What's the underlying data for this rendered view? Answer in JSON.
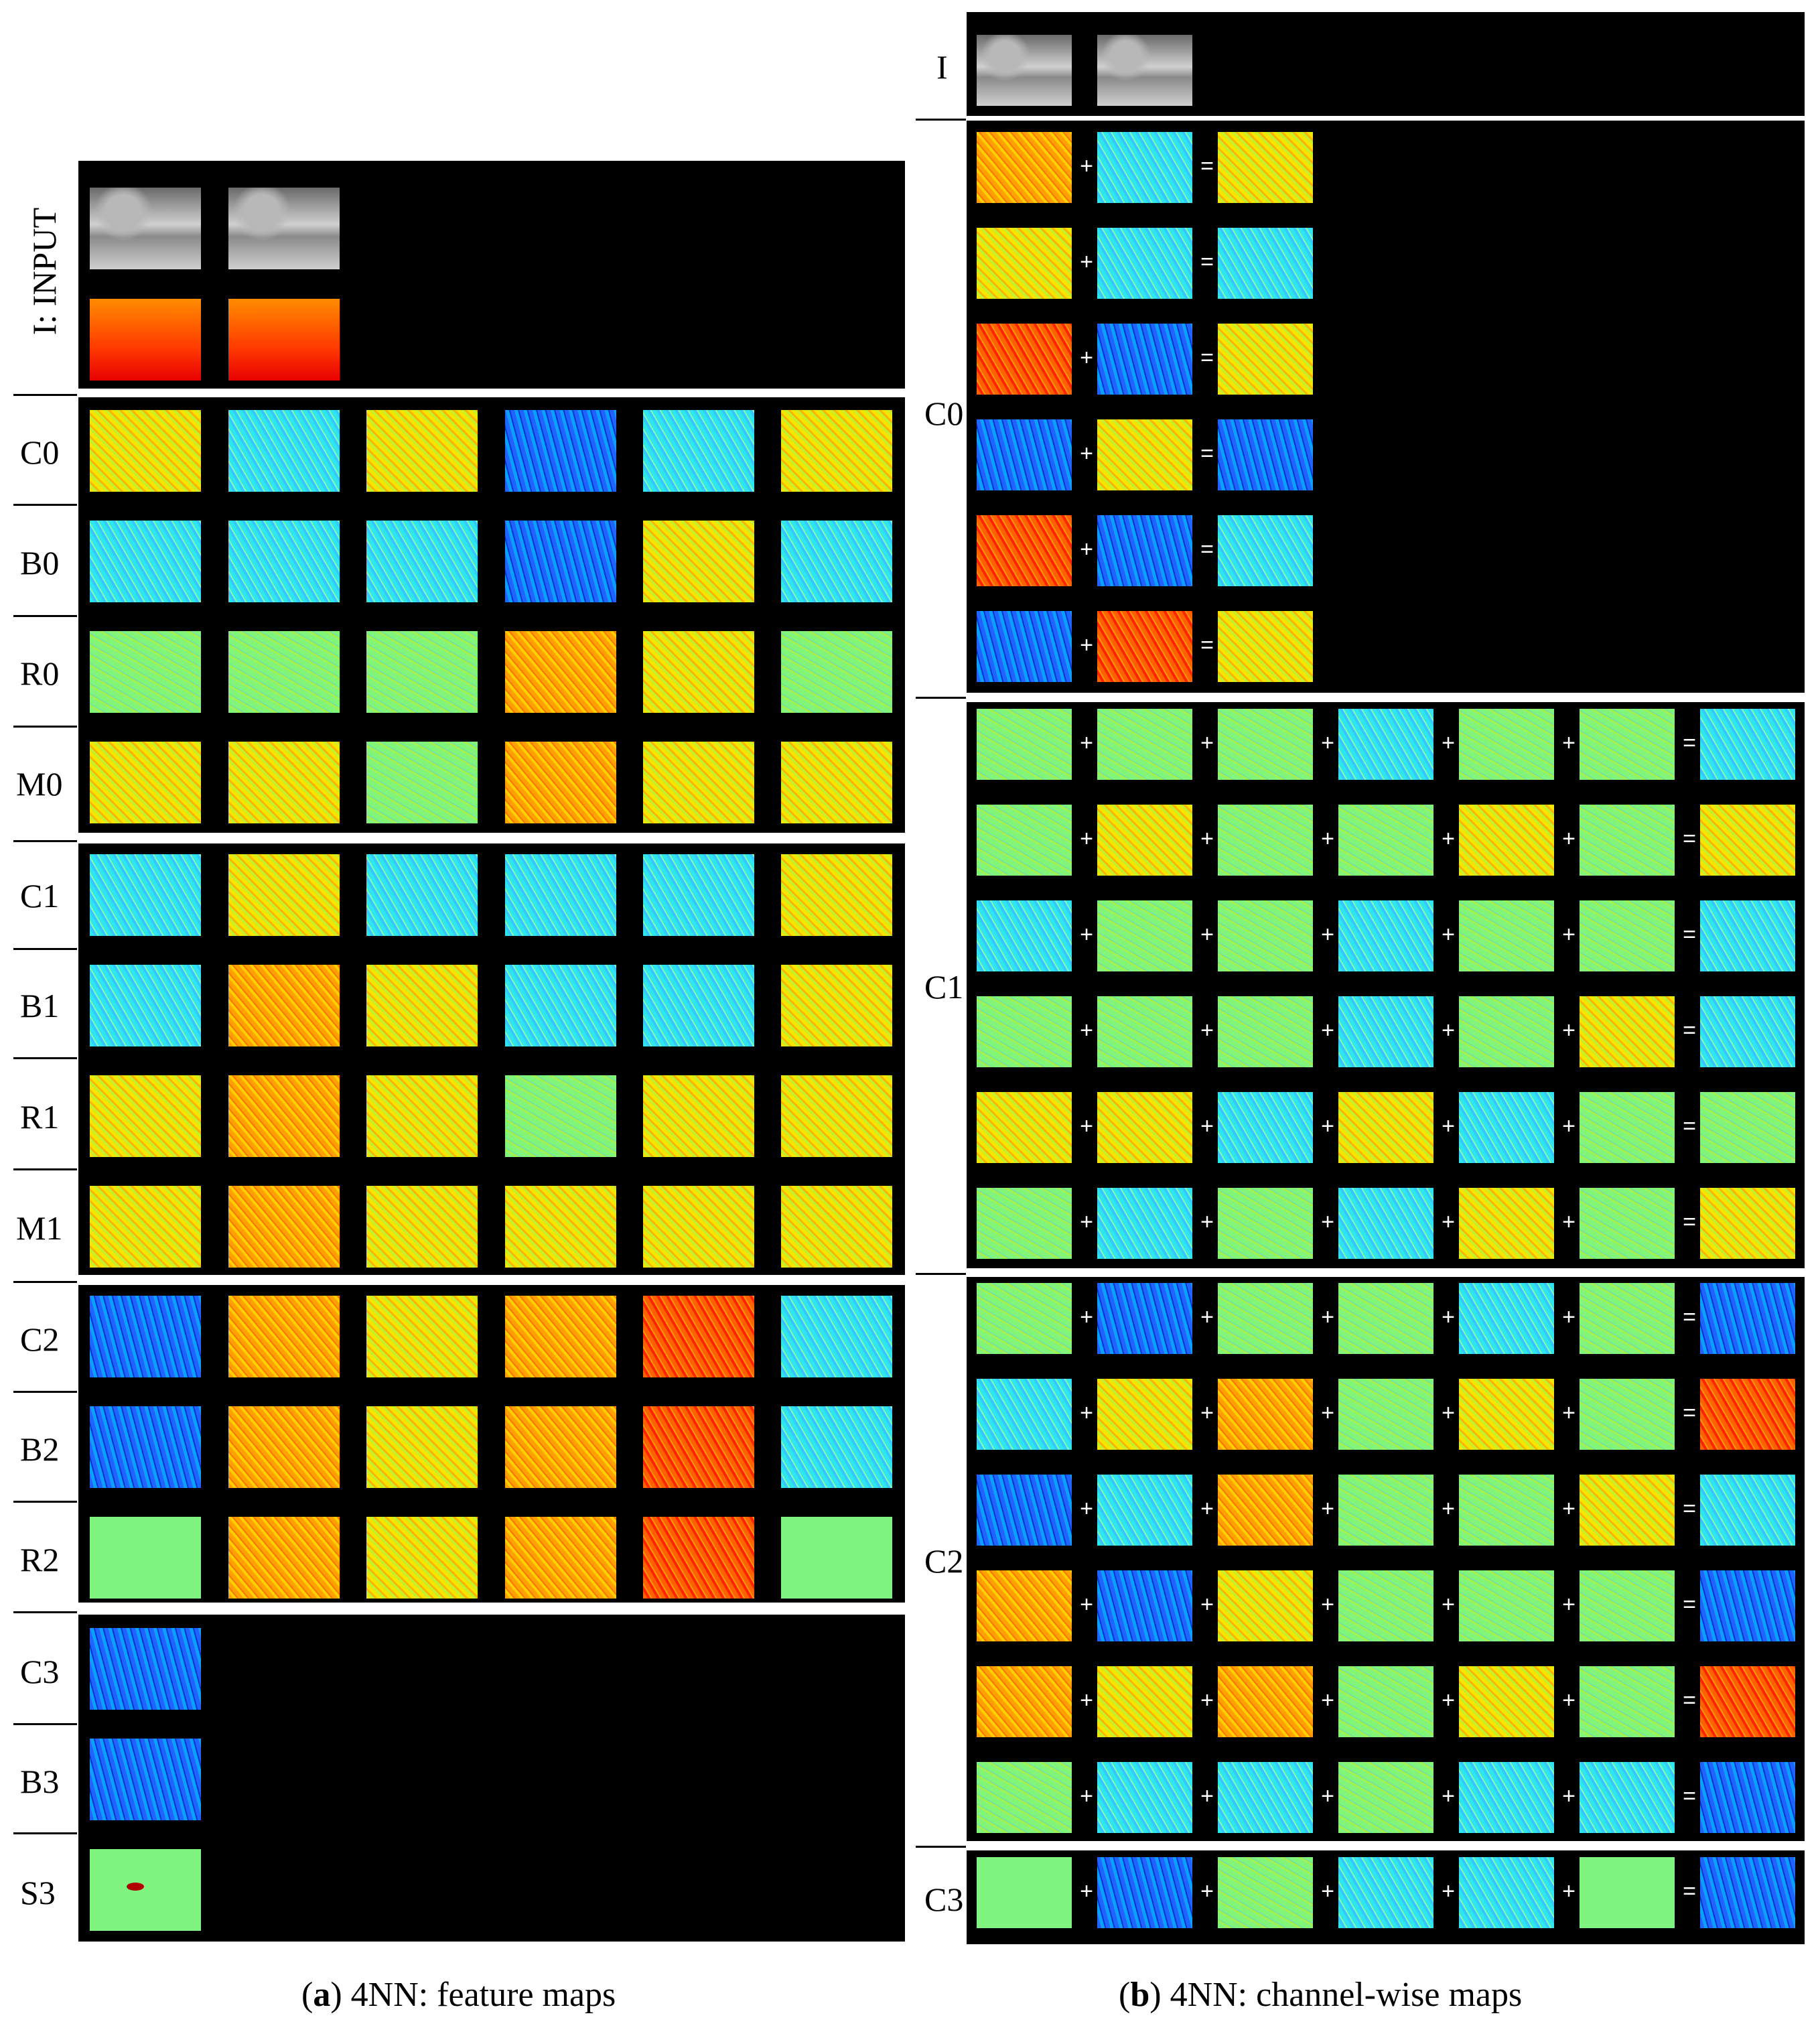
{
  "panel_a": {
    "rows": [
      {
        "label": "I: INPUT",
        "maps": [
          [
            "gray",
            "gray"
          ],
          [
            "hot",
            "hot"
          ]
        ]
      },
      {
        "label": "C0",
        "maps": [
          "yellow",
          "cyan",
          "yellow",
          "blue",
          "cyan",
          "yellow"
        ]
      },
      {
        "label": "B0",
        "maps": [
          "cyan",
          "cyan",
          "cyan",
          "blue",
          "yellow",
          "cyan"
        ]
      },
      {
        "label": "R0",
        "maps": [
          "green",
          "green",
          "green",
          "orange",
          "yellow",
          "green"
        ]
      },
      {
        "label": "M0",
        "maps": [
          "yellow",
          "yellow",
          "green",
          "orange",
          "yellow",
          "yellow"
        ]
      },
      {
        "label": "C1",
        "maps": [
          "cyan",
          "yellow",
          "cyan",
          "cyan",
          "cyan",
          "yellow"
        ]
      },
      {
        "label": "B1",
        "maps": [
          "cyan",
          "orange",
          "yellow",
          "cyan",
          "cyan",
          "yellow"
        ]
      },
      {
        "label": "R1",
        "maps": [
          "yellow",
          "orange",
          "yellow",
          "green",
          "yellow",
          "yellow"
        ]
      },
      {
        "label": "M1",
        "maps": [
          "yellow",
          "orange",
          "yellow",
          "yellow",
          "yellow",
          "yellow"
        ]
      },
      {
        "label": "C2",
        "maps": [
          "blue",
          "orange",
          "yellow",
          "orange",
          "red",
          "cyan"
        ]
      },
      {
        "label": "B2",
        "maps": [
          "blue",
          "orange",
          "yellow",
          "orange",
          "red",
          "cyan"
        ]
      },
      {
        "label": "R2",
        "maps": [
          "flat",
          "orange",
          "yellow",
          "orange",
          "red",
          "flat"
        ]
      },
      {
        "label": "C3",
        "maps": [
          "blue"
        ]
      },
      {
        "label": "B3",
        "maps": [
          "blue"
        ]
      },
      {
        "label": "S3",
        "maps": [
          "flatblob"
        ]
      }
    ],
    "caption_prefix": "(",
    "caption_letter": "a",
    "caption_text": ") 4NN: feature maps"
  },
  "panel_b": {
    "labels": {
      "I": "I",
      "C0": "C0",
      "C1": "C1",
      "C2": "C2",
      "C3": "C3"
    },
    "plus": "+",
    "equals": "=",
    "caption_prefix": "(",
    "caption_letter": "b",
    "caption_text": ") 4NN: channel-wise maps"
  }
}
